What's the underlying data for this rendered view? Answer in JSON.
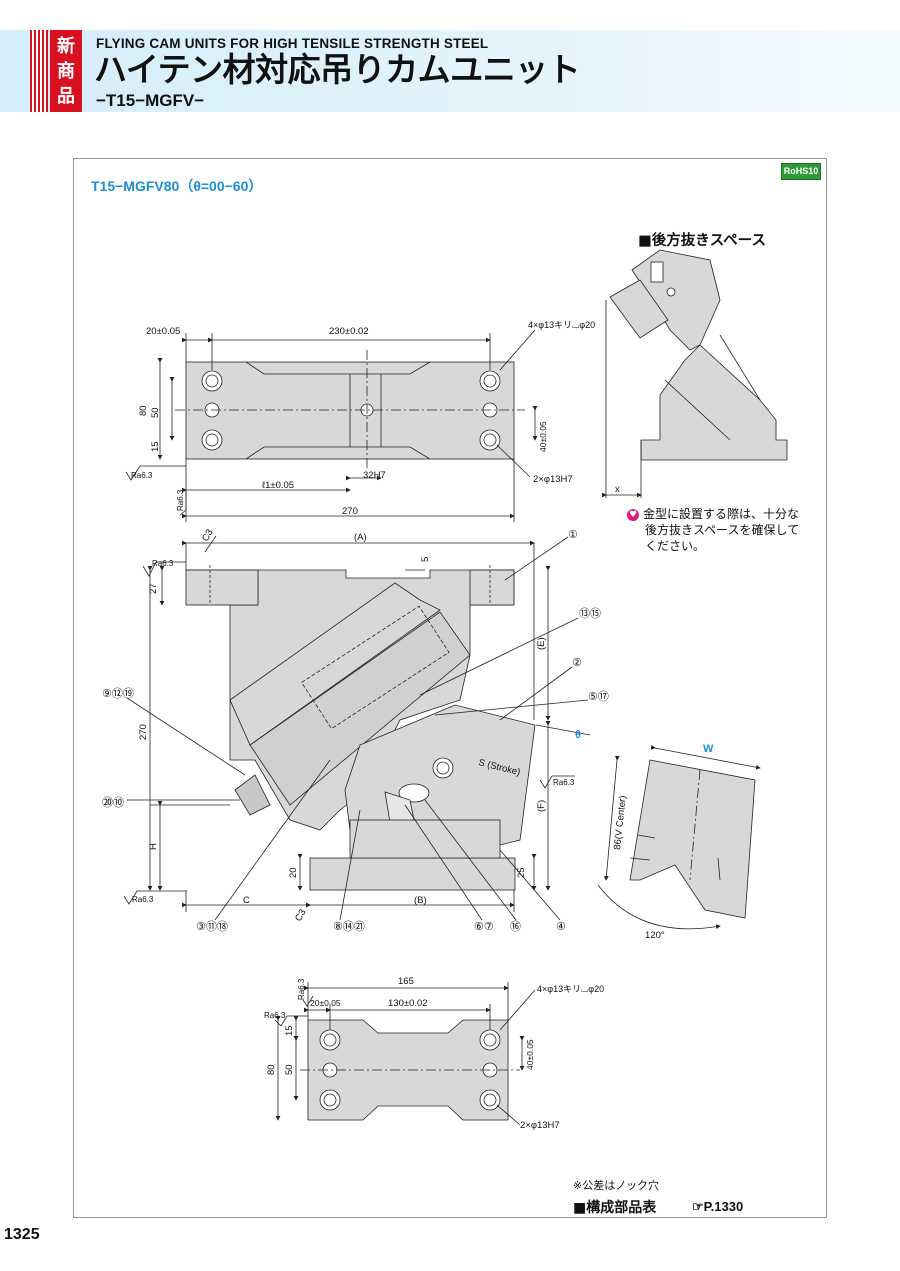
{
  "header": {
    "badge": "新商品",
    "title_en": "FLYING CAM UNITS FOR HIGH TENSILE STRENGTH STEEL",
    "title_jp": "ハイテン材対応吊りカムユニット",
    "code": "−T15−MGFV−"
  },
  "model_label": "T15−MGFV80（θ=00−60）",
  "rohs": "RoHS10",
  "back_space": {
    "title": "■後方抜きスペース",
    "x_label": "x",
    "note_icon": "♥",
    "note_lines": [
      "金型に設置する際は、十分な",
      "後方抜きスペースを確保して",
      "ください。"
    ]
  },
  "top_view": {
    "dim_20": "20±0.05",
    "dim_230": "230±0.02",
    "dim_hole": "4×φ13キリ⌴φ20",
    "dim_80": "80",
    "dim_50": "50",
    "dim_15": "15",
    "dim_40": "40±0.05",
    "dim_ra": "Ra6.3",
    "dim_32": "32H7",
    "dim_2hole": "2×φ13H7",
    "dim_l1": "ℓ1±0.05",
    "dim_ra2": "Ra6.3",
    "dim_270": "270"
  },
  "side_view": {
    "dim_c3": "C3",
    "dim_a": "(A)",
    "dim_ra": "Ra6.3",
    "dim_27": "27",
    "dim_5": "5",
    "dim_270": "270",
    "dim_e": "(E)",
    "dim_theta": "θ",
    "dim_stroke": "S (Stroke)",
    "dim_ra2": "Ra6.3",
    "dim_f": "(F)",
    "dim_h": "H",
    "dim_20": "20",
    "dim_25": "25",
    "dim_ra3": "Ra6.3",
    "dim_c": "C",
    "dim_b": "(B)",
    "dim_c3b": "C3",
    "callout_1": "①",
    "callout_13_15": "⑬⑮",
    "callout_2": "②",
    "callout_5_17": "⑤⑰",
    "callout_9_12_19": "⑨⑫⑲",
    "callout_20_10": "⑳⑩",
    "callout_3_11_18": "③⑪⑱",
    "callout_8_14_21": "⑧⑭㉑",
    "callout_6_7": "⑥⑦",
    "callout_16": "⑯",
    "callout_4": "④"
  },
  "v_view": {
    "dim_w": "W",
    "dim_86": "86(V Center)",
    "dim_120": "120°"
  },
  "bottom_view": {
    "dim_ra1": "Ra6.3",
    "dim_165": "165",
    "dim_hole": "4×φ13キリ⌴φ20",
    "dim_20": "20±0.05",
    "dim_130": "130±0.02",
    "dim_ra2": "Ra6.3",
    "dim_15": "15",
    "dim_80": "80",
    "dim_50": "50",
    "dim_40": "40±0.05",
    "dim_2hole": "2×φ13H7"
  },
  "footer": {
    "tol_note": "※公差はノック穴",
    "parts_title": "■構成部品表",
    "parts_ref": "☞P.1330",
    "page_number": "1325"
  },
  "colors": {
    "accent_blue": "#1b8fcf",
    "badge_red": "#d9101f",
    "part_fill": "#d8d8d8",
    "header_bg": "#d4edf9",
    "rohs_green": "#2f9a3a",
    "note_pink": "#e0197d"
  }
}
